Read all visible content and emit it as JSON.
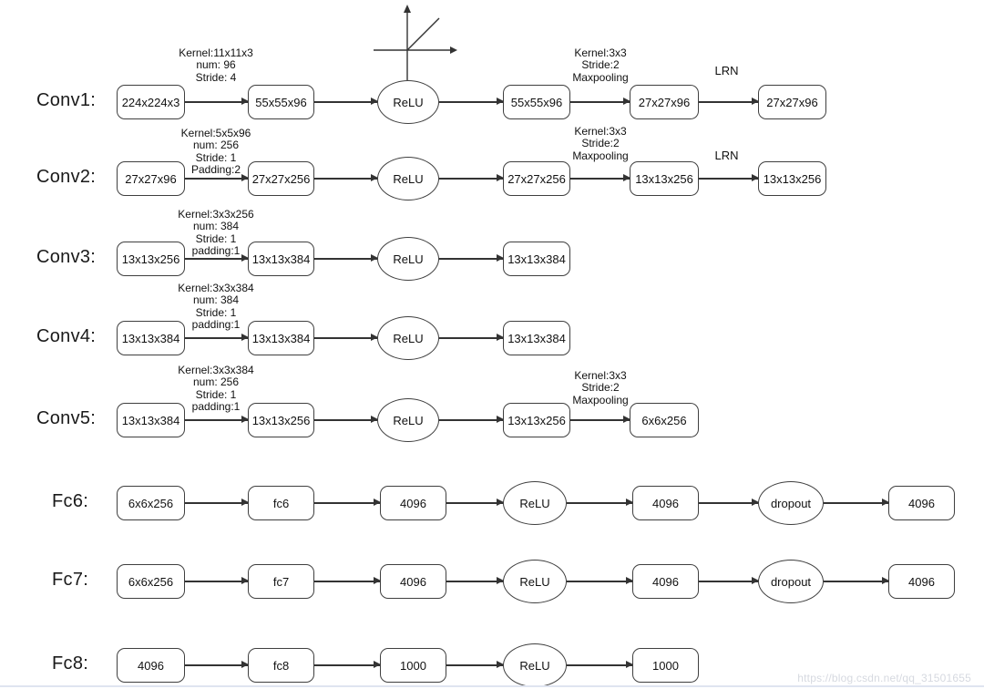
{
  "watermark": "https://blog.csdn.net/qq_31501655",
  "rows": [
    {
      "label": "Conv1:",
      "nodes": [
        "224x224x3",
        "55x55x96",
        "ReLU",
        "55x55x96",
        "27x27x96",
        "27x27x96"
      ],
      "ann_kernel": "Kernel:11x11x3\nnum: 96\nStride: 4",
      "ann_pool": "Kernel:3x3\nStride:2\nMaxpooling",
      "ann_lrn": "LRN"
    },
    {
      "label": "Conv2:",
      "nodes": [
        "27x27x96",
        "27x27x256",
        "ReLU",
        "27x27x256",
        "13x13x256",
        "13x13x256"
      ],
      "ann_kernel": "Kernel:5x5x96\nnum: 256\nStride: 1\nPadding:2",
      "ann_pool": "Kernel:3x3\nStride:2\nMaxpooling",
      "ann_lrn": "LRN"
    },
    {
      "label": "Conv3:",
      "nodes": [
        "13x13x256",
        "13x13x384",
        "ReLU",
        "13x13x384"
      ],
      "ann_kernel": "Kernel:3x3x256\nnum: 384\nStride: 1\npadding:1"
    },
    {
      "label": "Conv4:",
      "nodes": [
        "13x13x384",
        "13x13x384",
        "ReLU",
        "13x13x384"
      ],
      "ann_kernel": "Kernel:3x3x384\nnum: 384\nStride: 1\npadding:1"
    },
    {
      "label": "Conv5:",
      "nodes": [
        "13x13x384",
        "13x13x256",
        "ReLU",
        "13x13x256",
        "6x6x256"
      ],
      "ann_kernel": "Kernel:3x3x384\nnum: 256\nStride: 1\npadding:1",
      "ann_pool": "Kernel:3x3\nStride:2\nMaxpooling"
    },
    {
      "label": "Fc6:",
      "nodes": [
        "6x6x256",
        "fc6",
        "4096",
        "ReLU",
        "4096",
        "dropout",
        "4096"
      ]
    },
    {
      "label": "Fc7:",
      "nodes": [
        "6x6x256",
        "fc7",
        "4096",
        "ReLU",
        "4096",
        "dropout",
        "4096"
      ]
    },
    {
      "label": "Fc8:",
      "nodes": [
        "4096",
        "fc8",
        "1000",
        "ReLU",
        "1000"
      ]
    }
  ]
}
